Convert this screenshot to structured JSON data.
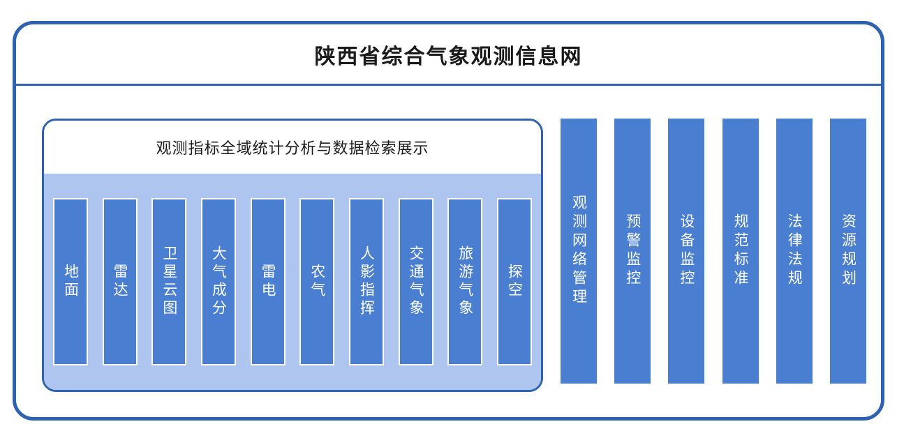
{
  "title": "陕西省综合气象观测信息网",
  "panel": {
    "title": "观测指标全域统计分析与数据检索展示",
    "items": [
      "地面",
      "雷达",
      "卫星云图",
      "大气成分",
      "雷电",
      "农气",
      "人影指挥",
      "交通气象",
      "旅游气象",
      "探空"
    ]
  },
  "right_menu": {
    "items": [
      "观测网络管理",
      "预警监控",
      "设备监控",
      "规范标准",
      "法律法规",
      "资源规划"
    ]
  },
  "colors": {
    "border_blue": "#2e62b1",
    "bar_blue": "#4a7ed1",
    "panel_light_blue": "#aec6ef"
  }
}
